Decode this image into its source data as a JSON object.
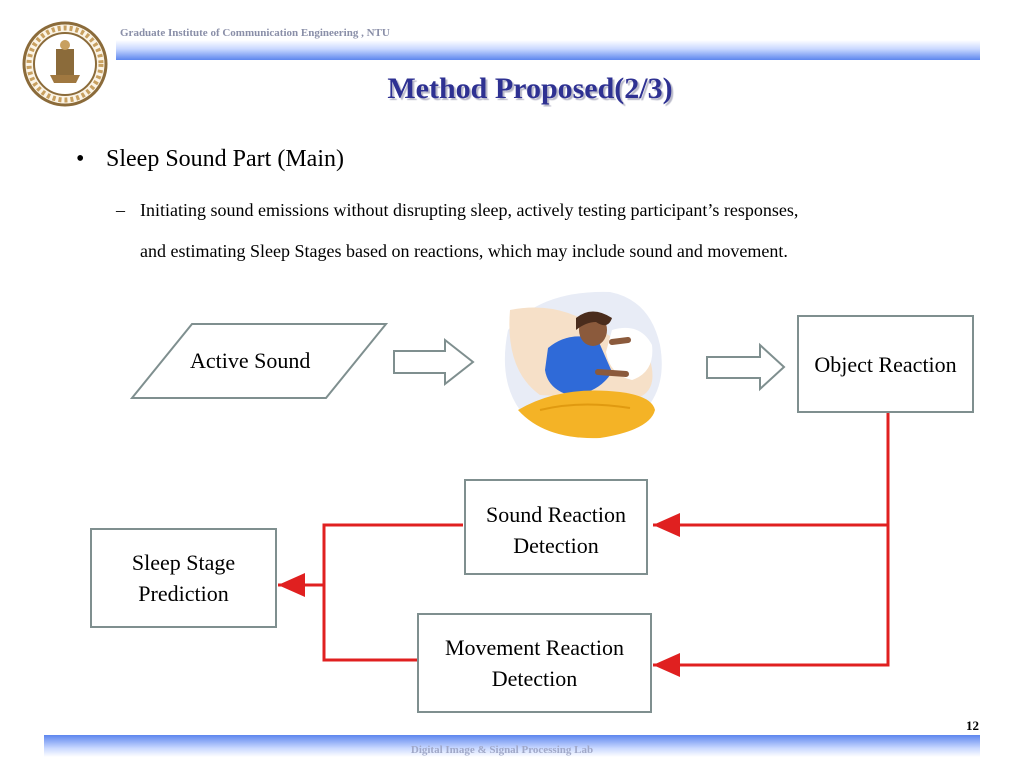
{
  "header": {
    "institute": "Graduate Institute of Communication Engineering , NTU"
  },
  "slide": {
    "title": "Method Proposed(2/3)",
    "bullet": "Sleep Sound Part (Main)",
    "sub_line_1": "Initiating sound emissions without disrupting sleep, actively testing participant’s responses,",
    "sub_line_2": "and estimating Sleep Stages based on reactions, which may include sound and movement."
  },
  "diagram": {
    "active_sound": "Active Sound",
    "object_reaction": "Object Reaction",
    "sound_reaction_1": "Sound Reaction",
    "sound_reaction_2": "Detection",
    "movement_reaction_1": "Movement Reaction",
    "movement_reaction_2": "Detection",
    "sleep_stage_1": "Sleep Stage",
    "sleep_stage_2": "Prediction"
  },
  "footer": {
    "lab": "Digital Image & Signal Processing Lab",
    "page_number": "12"
  },
  "colors": {
    "title": "#2e3192",
    "arrow_red": "#e02020",
    "box_border": "#7f8f8f"
  }
}
